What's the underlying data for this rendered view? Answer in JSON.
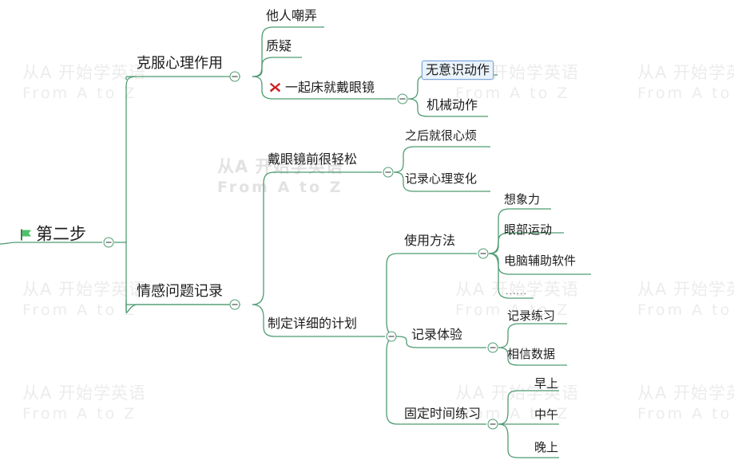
{
  "document": {
    "type": "mindmap",
    "background": "#ffffff",
    "line_color": "#4e9c72",
    "text_color": "#1d1d1d",
    "selection_border_color": "#7ea9dc",
    "selection_fill_color": "#eaf2fb"
  },
  "watermark": {
    "line1": "从A 开始学英语",
    "line2": "From A to Z",
    "color": "#ececec"
  },
  "root": {
    "label": "第二步",
    "icon": "green-flag-icon"
  },
  "nodes": {
    "branch1": {
      "label": "克服心理作用"
    },
    "b1c1": {
      "label": "他人嘲弄"
    },
    "b1c2": {
      "label": "质疑"
    },
    "b1c3": {
      "label": "一起床就戴眼镜",
      "icon": "red-x-icon"
    },
    "b1c3a": {
      "label": "无意识动作",
      "selected": true
    },
    "b1c3b": {
      "label": "机械动作"
    },
    "branch2": {
      "label": "情感问题记录"
    },
    "b2c1": {
      "label": "戴眼镜前很轻松"
    },
    "b2c1a": {
      "label": "之后就很心烦"
    },
    "b2c1b": {
      "label": "记录心理变化"
    },
    "b2c2": {
      "label": "制定详细的计划"
    },
    "b2c2a": {
      "label": "使用方法"
    },
    "b2c2a1": {
      "label": "想象力"
    },
    "b2c2a2": {
      "label": "眼部运动"
    },
    "b2c2a3": {
      "label": "电脑辅助软件"
    },
    "b2c2a4": {
      "label": "......"
    },
    "b2c2b": {
      "label": "记录体验"
    },
    "b2c2b1": {
      "label": "记录练习"
    },
    "b2c2b2": {
      "label": "相信数据"
    },
    "b2c2c": {
      "label": "固定时间练习"
    },
    "b2c2c1": {
      "label": "早上"
    },
    "b2c2c2": {
      "label": "中午"
    },
    "b2c2c3": {
      "label": "晚上"
    }
  }
}
